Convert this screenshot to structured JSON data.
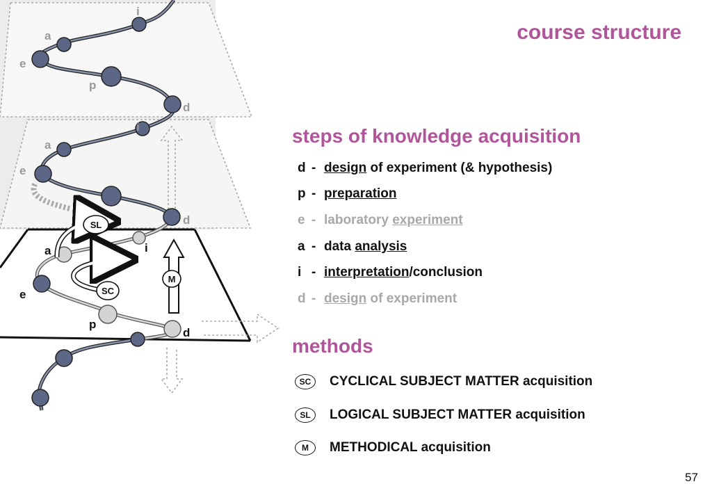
{
  "title": "course structure",
  "steps_heading": "steps of knowledge acquisition",
  "steps": [
    {
      "code": "d",
      "dash": "-",
      "parts": [
        {
          "t": "design",
          "u": true
        },
        {
          "t": " of experiment (& hypothesis)",
          "u": false
        }
      ],
      "dim": false
    },
    {
      "code": "p",
      "dash": "-",
      "parts": [
        {
          "t": "preparation",
          "u": true
        }
      ],
      "dim": false
    },
    {
      "code": "e",
      "dash": "-",
      "parts": [
        {
          "t": "laboratory ",
          "u": false
        },
        {
          "t": "experiment",
          "u": true
        }
      ],
      "dim": true
    },
    {
      "code": "a",
      "dash": "-",
      "parts": [
        {
          "t": "data ",
          "u": false
        },
        {
          "t": "analysis",
          "u": true
        }
      ],
      "dim": false
    },
    {
      "code": "i",
      "dash": "-",
      "parts": [
        {
          "t": "interpretation",
          "u": true
        },
        {
          "t": "/conclusion",
          "u": false
        }
      ],
      "dim": false
    },
    {
      "code": "d",
      "dash": "-",
      "parts": [
        {
          "t": "design",
          "u": true
        },
        {
          "t": " of experiment",
          "u": false
        }
      ],
      "dim": true
    }
  ],
  "methods_heading": "methods",
  "methods": [
    {
      "badge": "SC",
      "label": "CYCLICAL SUBJECT MATTER acquisition"
    },
    {
      "badge": "SL",
      "label": "LOGICAL SUBJECT MATTER acquisition"
    },
    {
      "badge": "M",
      "label": "METHODICAL acquisition"
    }
  ],
  "diagram": {
    "upper_labels": [
      "i",
      "a",
      "e",
      "p",
      "d"
    ],
    "middle_labels": [
      "i",
      "a",
      "e",
      "d"
    ],
    "lower_labels": [
      "a",
      "i",
      "e",
      "p",
      "d"
    ],
    "badges": [
      "SL",
      "SC",
      "M"
    ]
  },
  "page_number": "57"
}
